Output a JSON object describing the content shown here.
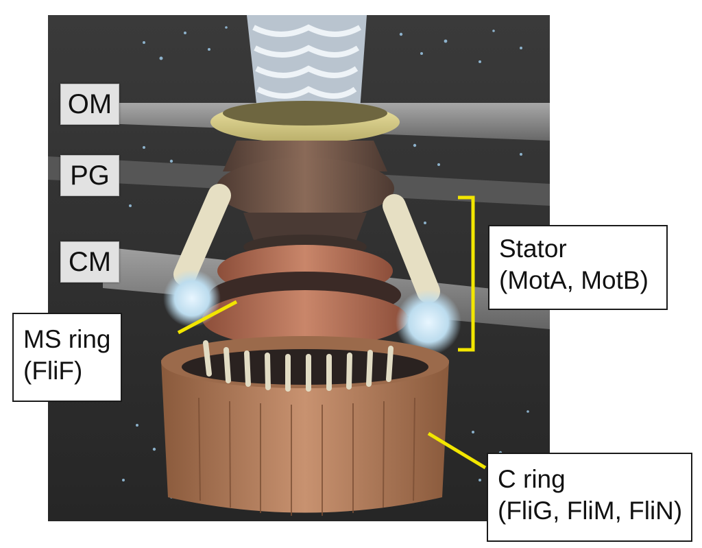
{
  "layers": {
    "om": "OM",
    "pg": "PG",
    "cm": "CM"
  },
  "callouts": {
    "stator": {
      "line1": "Stator",
      "line2": "(MotA, MotB)"
    },
    "ms_ring": {
      "line1": "MS ring",
      "line2": "(FliF)"
    },
    "c_ring": {
      "line1": "C ring",
      "line2": "(FliG, FliM, FliN)"
    }
  },
  "colors": {
    "background": "#2b2b2b",
    "membrane": "#8e8e8e",
    "om_ring": "#d8cf8a",
    "rod_rings": "#7a5a4a",
    "ms_ring": "#b9795d",
    "c_ring": "#b9835f",
    "stator": "#d8d2b6",
    "leader_line": "#f2e600"
  }
}
